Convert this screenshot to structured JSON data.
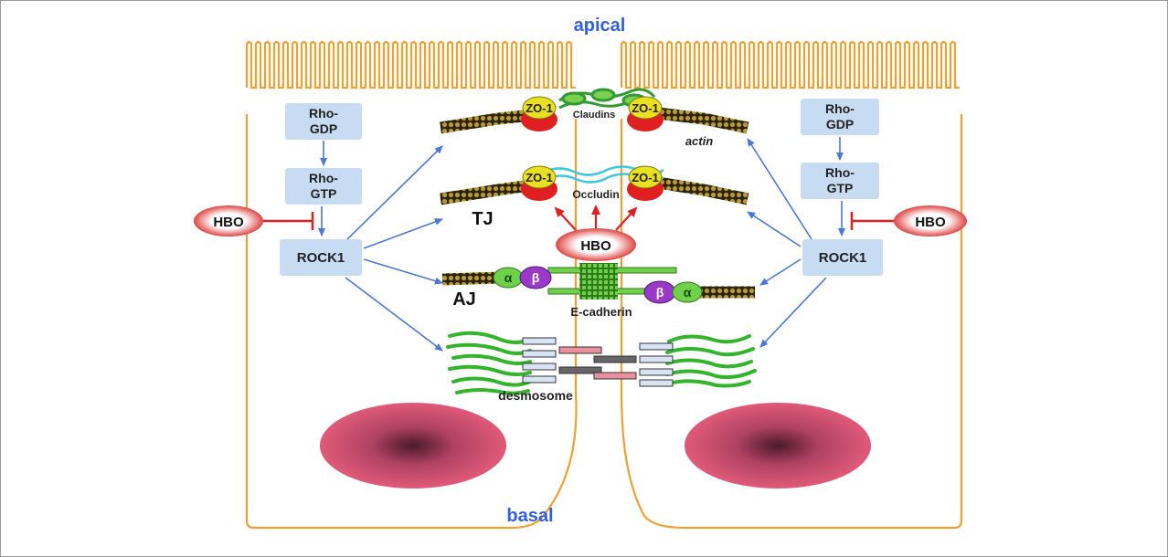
{
  "labels": {
    "apical": "apical",
    "basal": "basal",
    "claudins": "Claudins",
    "occludin": "Occludin",
    "actin": "actin",
    "tj": "TJ",
    "aj": "AJ",
    "e_cadherin": "E-cadherin",
    "desmosome": "desmosome",
    "zo1": "ZO-1",
    "alpha": "α",
    "beta": "β"
  },
  "left_cell": {
    "rho_gdp": "Rho-\nGDP",
    "rho_gtp": "Rho-\nGTP",
    "rock1": "ROCK1",
    "hbo": "HBO"
  },
  "right_cell": {
    "rho_gdp": "Rho-\nGDP",
    "rho_gtp": "Rho-\nGTP",
    "rock1": "ROCK1",
    "hbo": "HBO"
  },
  "center_hbo": "HBO",
  "colors": {
    "membrane": "#f0a030",
    "box_fill": "#c7dcf2",
    "arrow_blue": "#4a78d8",
    "inhibit_red": "#e02020",
    "label_blue": "#2f5fe0",
    "desmosome_green": "#33b52b",
    "nucleus": "#d8506e"
  }
}
